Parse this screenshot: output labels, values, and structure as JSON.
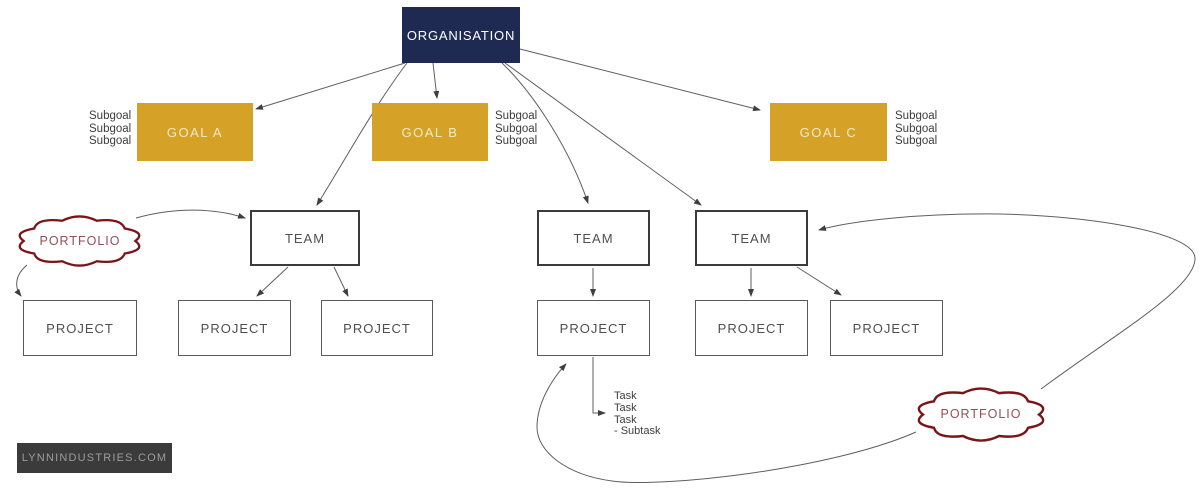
{
  "nodes": {
    "organisation": {
      "label": "ORGANISATION"
    },
    "goals": [
      {
        "label": "GOAL A",
        "subgoals": [
          "Subgoal",
          "Subgoal",
          "Subgoal"
        ]
      },
      {
        "label": "GOAL B",
        "subgoals": [
          "Subgoal",
          "Subgoal",
          "Subgoal"
        ]
      },
      {
        "label": "GOAL C",
        "subgoals": [
          "Subgoal",
          "Subgoal",
          "Subgoal"
        ]
      }
    ],
    "teams": [
      {
        "label": "TEAM"
      },
      {
        "label": "TEAM"
      },
      {
        "label": "TEAM"
      }
    ],
    "projects": [
      {
        "label": "PROJECT"
      },
      {
        "label": "PROJECT"
      },
      {
        "label": "PROJECT"
      },
      {
        "label": "PROJECT"
      },
      {
        "label": "PROJECT"
      }
    ],
    "portfolios": [
      {
        "label": "PORTFOLIO"
      },
      {
        "label": "PORTFOLIO"
      }
    ],
    "task_list": {
      "items": [
        "Task",
        "Task",
        "Task",
        "- Subtask"
      ]
    }
  },
  "watermark": {
    "text": "LYNNINDUSTRIES.COM"
  },
  "colors": {
    "organisation_bg": "#1F2A52",
    "goal_bg": "#D5A227",
    "goal_text": "#F4E9C5",
    "box_text": "#4F4F4F",
    "cloud_outline": "#7A1417",
    "cloud_text": "#944F55",
    "connector": "#5F5F5F",
    "annotation_text": "#3D3D3D",
    "watermark_bg": "#3B3B3B",
    "watermark_text": "#9C9C9C"
  }
}
